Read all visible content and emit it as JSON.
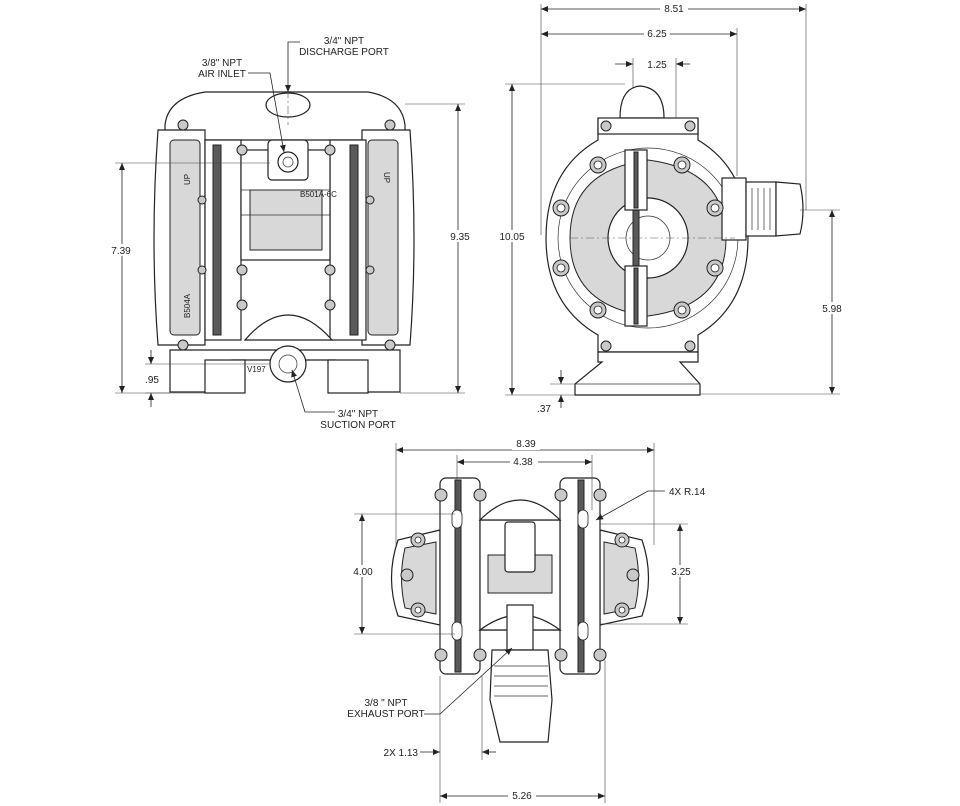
{
  "front_view": {
    "discharge_port": [
      "3/4\" NPT",
      "DISCHARGE PORT"
    ],
    "air_inlet": [
      "3/8\" NPT",
      "AIR INLET"
    ],
    "suction_port": [
      "3/4\" NPT",
      "SUCTION PORT"
    ],
    "dim_overall_height": "9.35",
    "dim_outlet_height": "7.39",
    "dim_base": ".95",
    "part_marks": [
      "UP",
      "UP",
      "B501A-6C",
      "B504A",
      "V197"
    ]
  },
  "side_view": {
    "dim_overall_width": "8.51",
    "dim_width": "6.25",
    "dim_port": "1.25",
    "dim_height": "10.05",
    "dim_exhaust_height": "5.98",
    "dim_foot": ".37"
  },
  "top_view": {
    "dim_overall_width": "8.39",
    "dim_bolt_spacing": "4.38",
    "dim_slot_radius": "4X R.14",
    "dim_depth": "4.00",
    "dim_slot_spacing": "3.25",
    "exhaust_port": [
      "3/8 \" NPT",
      "EXHAUST PORT"
    ],
    "dim_exhaust_offset": "2X 1.13",
    "dim_foot_width": "5.26"
  }
}
